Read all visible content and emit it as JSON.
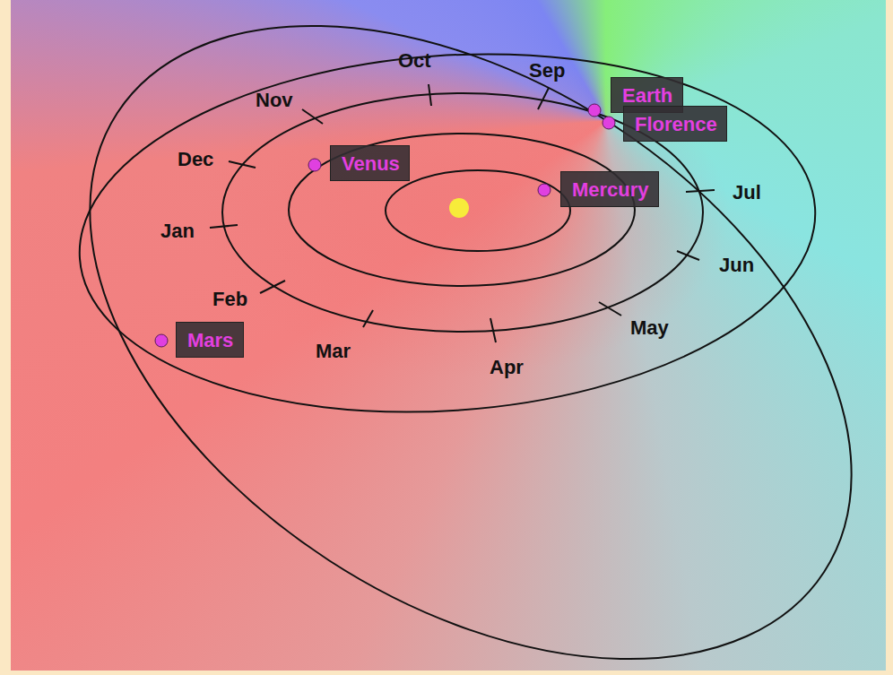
{
  "diagram": {
    "nodes": [
      {
        "text": [
          "Earth"
        ]
      },
      {
        "text": [
          "Florence"
        ]
      },
      {
        "text": [
          "Venus"
        ]
      },
      {
        "text": [
          "Mercury"
        ]
      },
      {
        "text": [
          "Mars"
        ]
      }
    ],
    "labels": [
      "Oct",
      "Sep",
      "Nov",
      "Dec",
      "Jul",
      "Jan",
      "Jun",
      "Feb",
      "Mar",
      "May",
      "Apr"
    ]
  }
}
